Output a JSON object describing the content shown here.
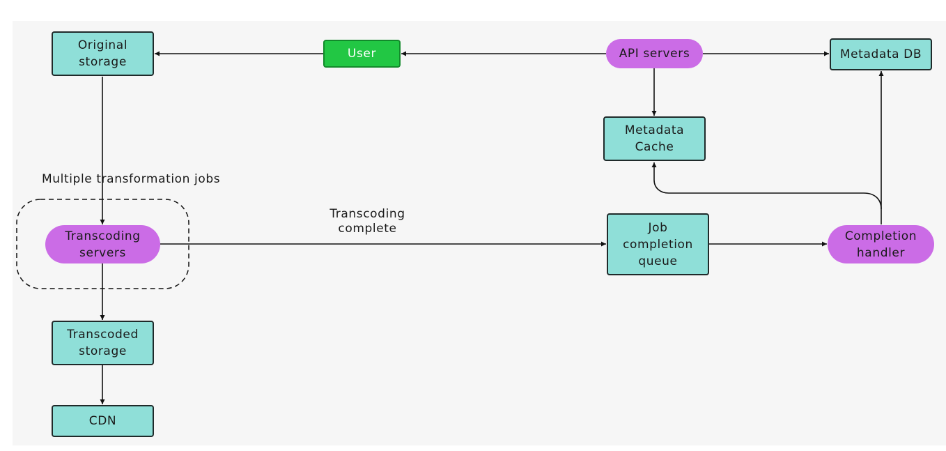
{
  "nodes": {
    "original_storage": "Original\nstorage",
    "user": "User",
    "api_servers": "API servers",
    "metadata_db": "Metadata DB",
    "metadata_cache": "Metadata\nCache",
    "transcoding_servers": "Transcoding\nservers",
    "job_completion_queue": "Job\ncompletion\nqueue",
    "completion_handler": "Completion\nhandler",
    "transcoded_storage": "Transcoded\nstorage",
    "cdn": "CDN"
  },
  "labels": {
    "multiple_jobs": "Multiple transformation jobs",
    "transcoding_complete": "Transcoding\ncomplete"
  },
  "colors": {
    "storage_fill": "#8fdfd8",
    "service_fill": "#cb6ce6",
    "user_fill": "#22c744",
    "background": "#f6f6f6"
  }
}
